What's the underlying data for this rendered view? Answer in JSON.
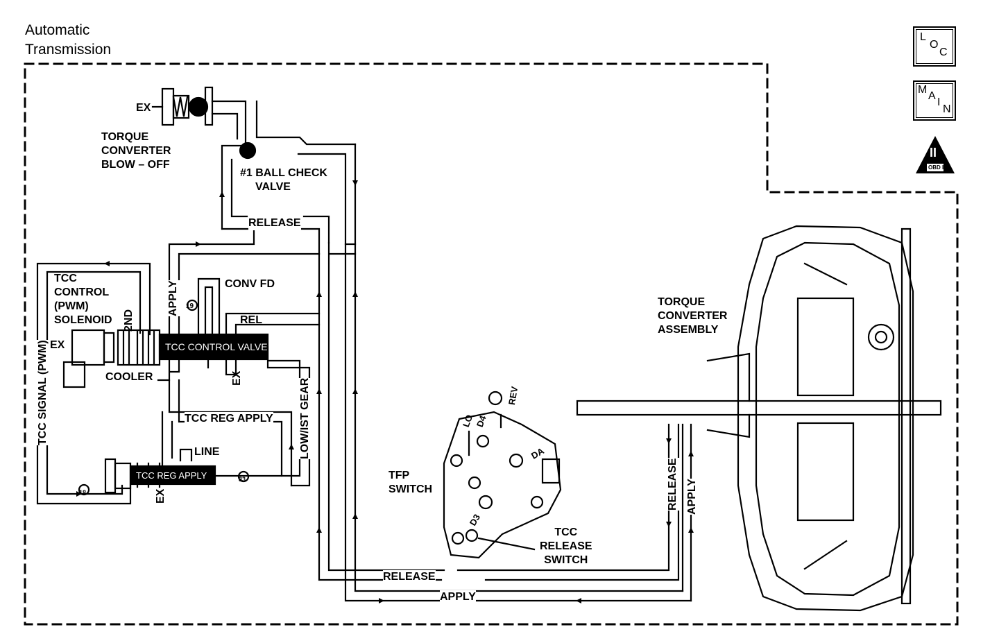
{
  "header": {
    "line1": "Automatic",
    "line2": "Transmission"
  },
  "nav_icons": {
    "loc": [
      "L",
      "O",
      "C"
    ],
    "main": [
      "M",
      "A",
      "I",
      "N"
    ],
    "obd": {
      "numeral": "II",
      "caption": "OBD II"
    }
  },
  "labels": {
    "ex_top": "EX",
    "blowoff": [
      "TORQUE",
      "CONVERTER",
      "BLOW – OFF"
    ],
    "ball_check": [
      "#1 BALL CHECK",
      "VALVE"
    ],
    "release_top": "RELEASE",
    "apply_vert": "APPLY",
    "conv_fd": "CONV FD",
    "rel": "REL",
    "tcc_control": [
      "TCC",
      "CONTROL",
      "(PWM)",
      "SOLENOID"
    ],
    "second": "2ND",
    "ex_left": "EX",
    "valve_name": "TCC CONTROL VALVE",
    "cooler": "COOLER",
    "ex_mid": "EX",
    "tcc_signal": "TCC SIGNAL (PWM)",
    "tcc_reg_apply": "TCC REG APPLY",
    "line": "LINE",
    "reg_valve_name": "TCC REG APPLY",
    "ex_bottom": "EX",
    "low_gear": "LOW/IST GEAR",
    "orifice_19": "19",
    "orifice_18": "18",
    "orifice_33": "33",
    "tfp_switch": [
      "TFP",
      "SWITCH"
    ],
    "tcc_release_switch": [
      "TCC",
      "RELEASE",
      "SWITCH"
    ],
    "pos_lo": "LO",
    "pos_d4": "D4",
    "pos_rev": "REV",
    "pos_da": "DA",
    "pos_d3": "D3",
    "torque_converter": [
      "TORQUE",
      "CONVERTER",
      "ASSEMBLY"
    ],
    "release_right": "RELEASE",
    "apply_right": "APPLY",
    "release_bottom": "RELEASE",
    "apply_bottom": "APPLY"
  }
}
